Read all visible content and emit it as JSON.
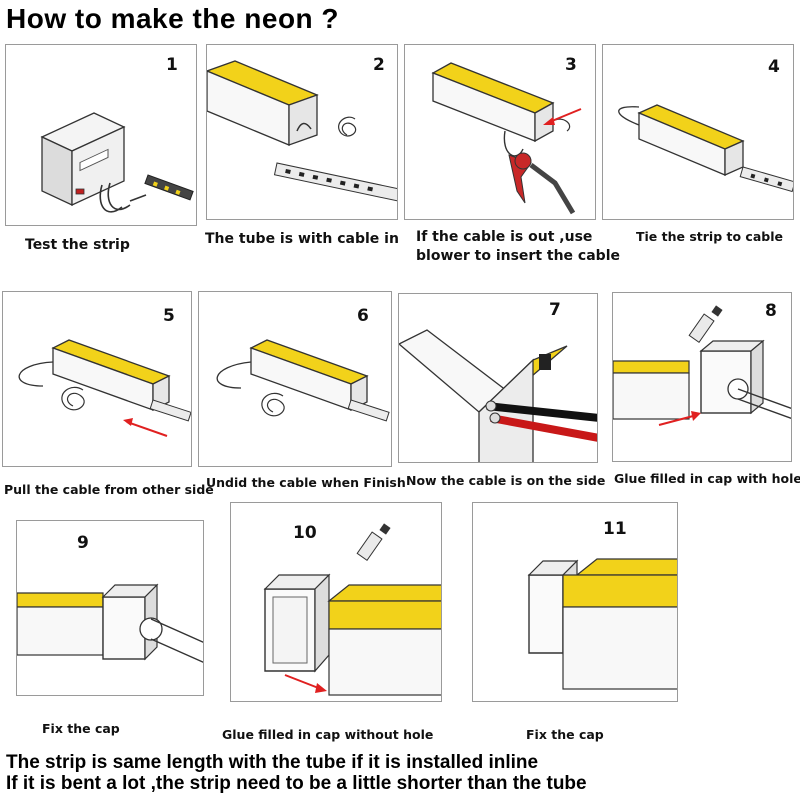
{
  "title": "How to make the neon ?",
  "colors": {
    "strip": "#f2d21a",
    "arrow": "#e02020",
    "line": "#333333",
    "frame": "#9a9a9a"
  },
  "steps": [
    {
      "number": "1",
      "caption": "Test the strip"
    },
    {
      "number": "2",
      "caption": "The tube is with cable in"
    },
    {
      "number": "3",
      "caption": "If the cable is out ,use\nblower to insert the cable"
    },
    {
      "number": "4",
      "caption": "Tie the strip to cable"
    },
    {
      "number": "5",
      "caption": "Pull the cable from other side"
    },
    {
      "number": "6",
      "caption": "Undid the cable when Finish"
    },
    {
      "number": "7",
      "caption": "Now the cable is on the side"
    },
    {
      "number": "8",
      "caption": "Glue filled in cap with hole"
    },
    {
      "number": "9",
      "caption": "Fix the cap"
    },
    {
      "number": "10",
      "caption": "Glue filled in cap without hole"
    },
    {
      "number": "11",
      "caption": "Fix the cap"
    }
  ],
  "notes": [
    "The strip is same length with the tube if it is installed inline",
    "If it is bent a lot ,the strip need to be a little shorter than the tube"
  ]
}
